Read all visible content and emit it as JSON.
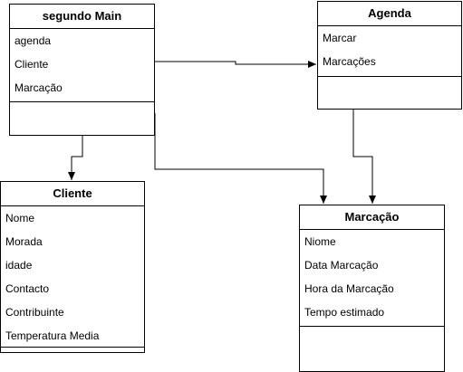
{
  "classes": {
    "segundo_main": {
      "name": "segundo Main",
      "attributes": [
        "agenda",
        "Cliente",
        "Marcação"
      ]
    },
    "agenda": {
      "name": "Agenda",
      "attributes": [
        "Marcar",
        "Marcações"
      ]
    },
    "cliente": {
      "name": "Cliente",
      "attributes": [
        "Nome",
        "Morada",
        "idade",
        "Contacto",
        "Contribuinte",
        "Temperatura Media"
      ]
    },
    "marcacao": {
      "name": "Marcação",
      "attributes": [
        "Niome",
        "Data Marcação",
        "Hora da Marcação",
        "Tempo estimado"
      ]
    }
  },
  "colors": {
    "stroke": "#000000",
    "fill": "#ffffff"
  }
}
